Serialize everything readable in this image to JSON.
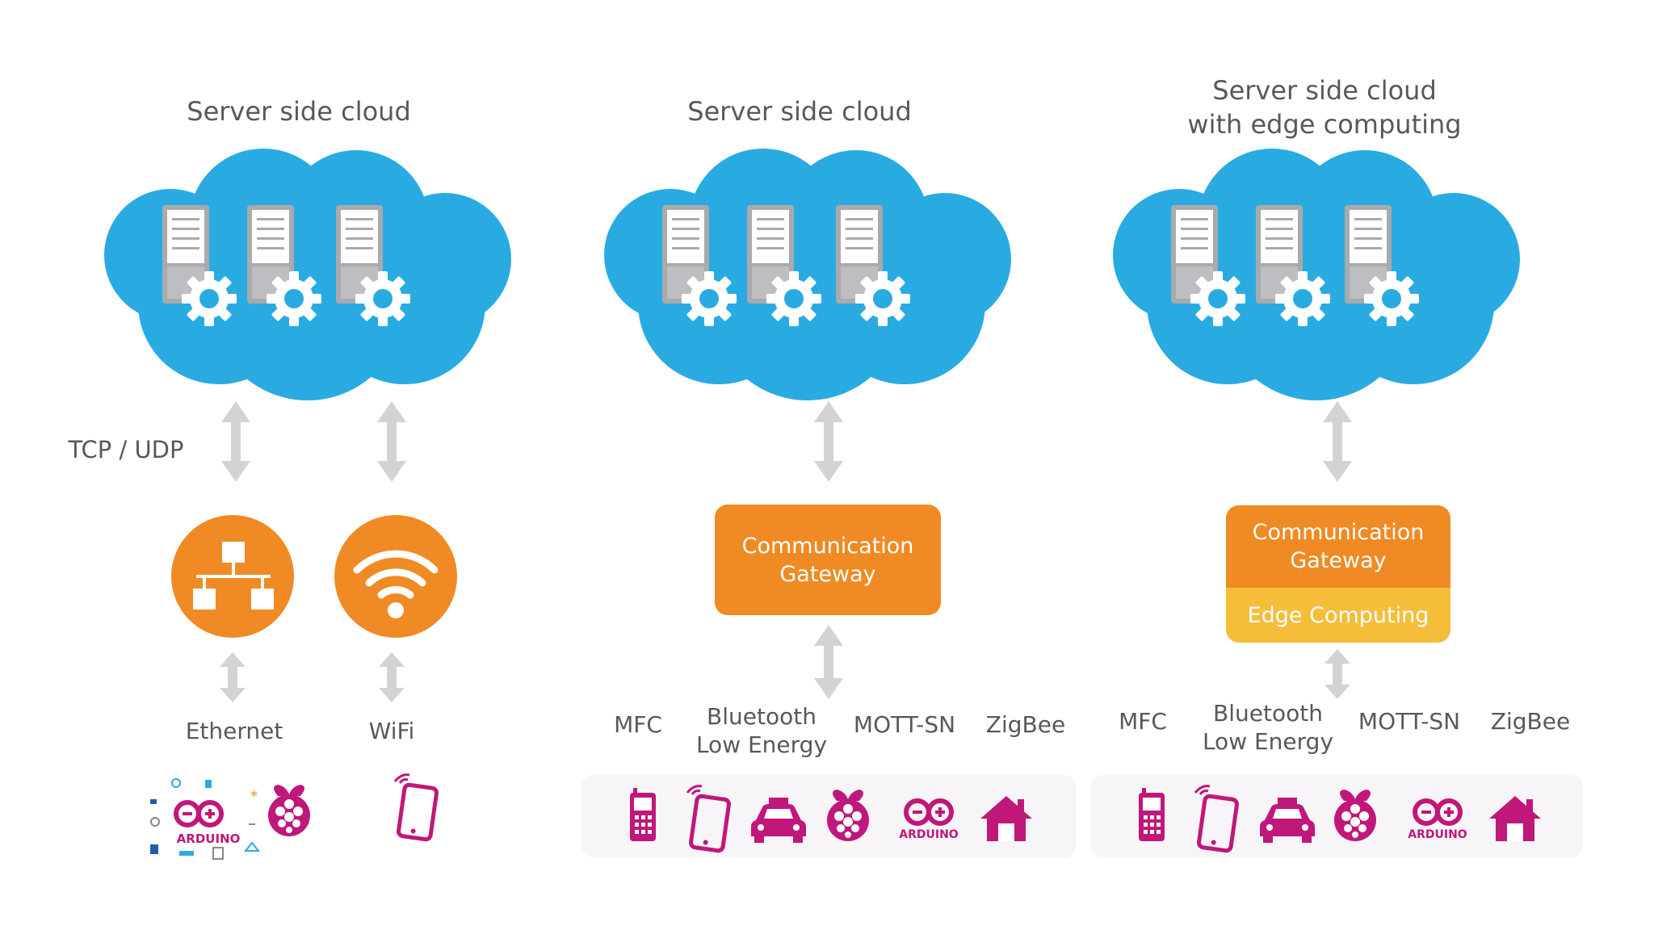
{
  "colors": {
    "cloud": "#29abe2",
    "orange": "#f08a24",
    "yellow": "#f5bd3a",
    "magenta": "#c0177a",
    "arrow": "#d3d3d3",
    "strip": "#f7f5f7"
  },
  "panels": [
    {
      "title": "Server side cloud",
      "link_label": "TCP / UDP",
      "nodes": [
        {
          "icon": "ethernet-network-icon",
          "label": "Ethernet"
        },
        {
          "icon": "wifi-icon",
          "label": "WiFi"
        }
      ],
      "device_icons": [
        "arduino-collage-icon",
        "raspberry-pi-icon",
        "smartphone-icon"
      ]
    },
    {
      "title": "Server side cloud",
      "gateway": "Communication\nGateway",
      "protocols": [
        "MFC",
        "Bluetooth\nLow Energy",
        "MOTT-SN",
        "ZigBee"
      ],
      "device_icons": [
        "mobile-phone-icon",
        "smartphone-icon",
        "car-icon",
        "raspberry-pi-icon",
        "arduino-icon",
        "home-icon"
      ]
    },
    {
      "title": "Server side cloud\nwith edge computing",
      "gateway": "Communication\nGateway",
      "edge": "Edge Computing",
      "protocols": [
        "MFC",
        "Bluetooth\nLow Energy",
        "MOTT-SN",
        "ZigBee"
      ],
      "device_icons": [
        "mobile-phone-icon",
        "smartphone-icon",
        "car-icon",
        "raspberry-pi-icon",
        "arduino-icon",
        "home-icon"
      ]
    }
  ],
  "arduino_text": "ARDUINO"
}
